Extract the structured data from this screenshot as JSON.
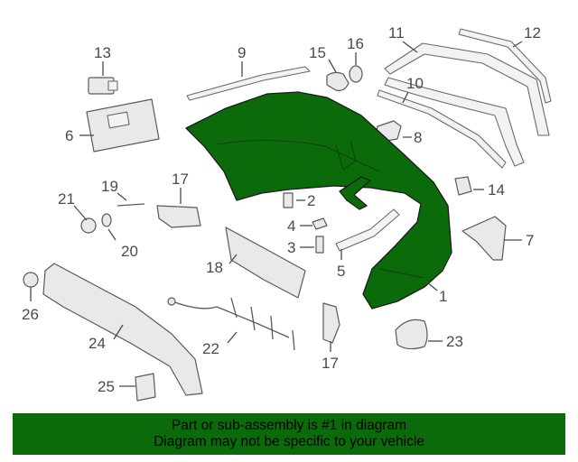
{
  "diagram": {
    "callouts": {
      "c1": "1",
      "c2": "2",
      "c3": "3",
      "c4": "4",
      "c5": "5",
      "c6": "6",
      "c7": "7",
      "c8": "8",
      "c9": "9",
      "c10": "10",
      "c11": "11",
      "c12": "12",
      "c13": "13",
      "c14": "14",
      "c15": "15",
      "c16": "16",
      "c17a": "17",
      "c17b": "17",
      "c18": "18",
      "c19": "19",
      "c20": "20",
      "c21": "21",
      "c22": "22",
      "c23": "23",
      "c24": "24",
      "c25": "25",
      "c26": "26"
    },
    "highlight_color": "#0b6b0b"
  },
  "banner": {
    "line1": "Part or sub-assembly is #1 in diagram",
    "line2": "Diagram may not be specific to your vehicle",
    "background": "#0b6b0b"
  }
}
